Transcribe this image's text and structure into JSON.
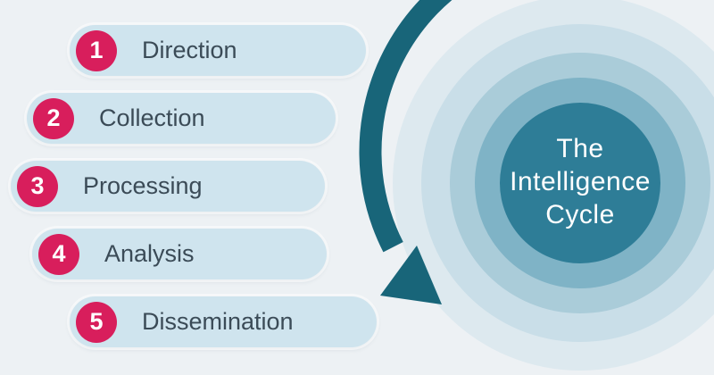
{
  "title": "The Intelligence Cycle",
  "center": {
    "line1": "The",
    "line2": "Intelligence",
    "line3": "Cycle"
  },
  "steps": [
    {
      "number": "1",
      "label": "Direction"
    },
    {
      "number": "2",
      "label": "Collection"
    },
    {
      "number": "3",
      "label": "Processing"
    },
    {
      "number": "4",
      "label": "Analysis"
    },
    {
      "number": "5",
      "label": "Dissemination"
    }
  ],
  "colors": {
    "background": "#edf1f4",
    "pill": "#cfe4ee",
    "pill_text": "#3b4b57",
    "step_badge": "#d81e5c",
    "arc": "#186579",
    "circle_core": "#2e7d97",
    "ring_1": "#7fb3c6",
    "ring_2": "#aaccd9",
    "ring_3": "#c9dee8",
    "ring_4": "#dde9ef",
    "title_text": "#ffffff"
  }
}
